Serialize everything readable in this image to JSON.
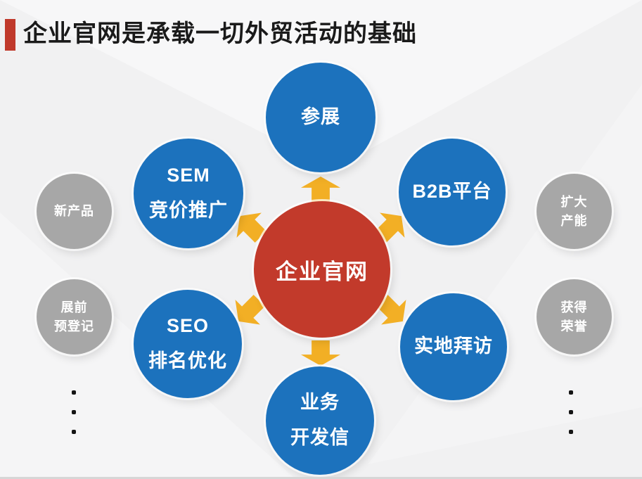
{
  "title": {
    "text": "企业官网是承载一切外贸活动的基础"
  },
  "diagram": {
    "center": {
      "label": "企业官网"
    },
    "blue_circles": {
      "top": {
        "lines": [
          "参展"
        ]
      },
      "upper_left": {
        "lines": [
          "SEM",
          "竞价推广"
        ]
      },
      "upper_right": {
        "lines": [
          "B2B平台"
        ]
      },
      "lower_left": {
        "lines": [
          "SEO",
          "排名优化"
        ]
      },
      "lower_right": {
        "lines": [
          "实地拜访"
        ]
      },
      "bottom": {
        "lines": [
          "业务",
          "开发信"
        ]
      }
    },
    "gray_circles": {
      "left_top": {
        "lines": [
          "新产品"
        ]
      },
      "left_bottom": {
        "lines": [
          "展前",
          "预登记"
        ]
      },
      "right_top": {
        "lines": [
          "扩大",
          "产能"
        ]
      },
      "right_bottom": {
        "lines": [
          "获得",
          "荣誉"
        ]
      }
    },
    "arrows": [
      "up",
      "upper-right",
      "lower-right",
      "down",
      "lower-left",
      "upper-left"
    ],
    "more_indicator": "vertical-ellipsis"
  },
  "colors": {
    "background": "#F1F1F2",
    "title_text": "#1A1A1A",
    "accent_bar_red": "#C0392B",
    "center_red": "#C23A2B",
    "node_blue": "#1C72BD",
    "muted_gray": "#A7A7A7",
    "arrow_yellow": "#F2AF25"
  }
}
